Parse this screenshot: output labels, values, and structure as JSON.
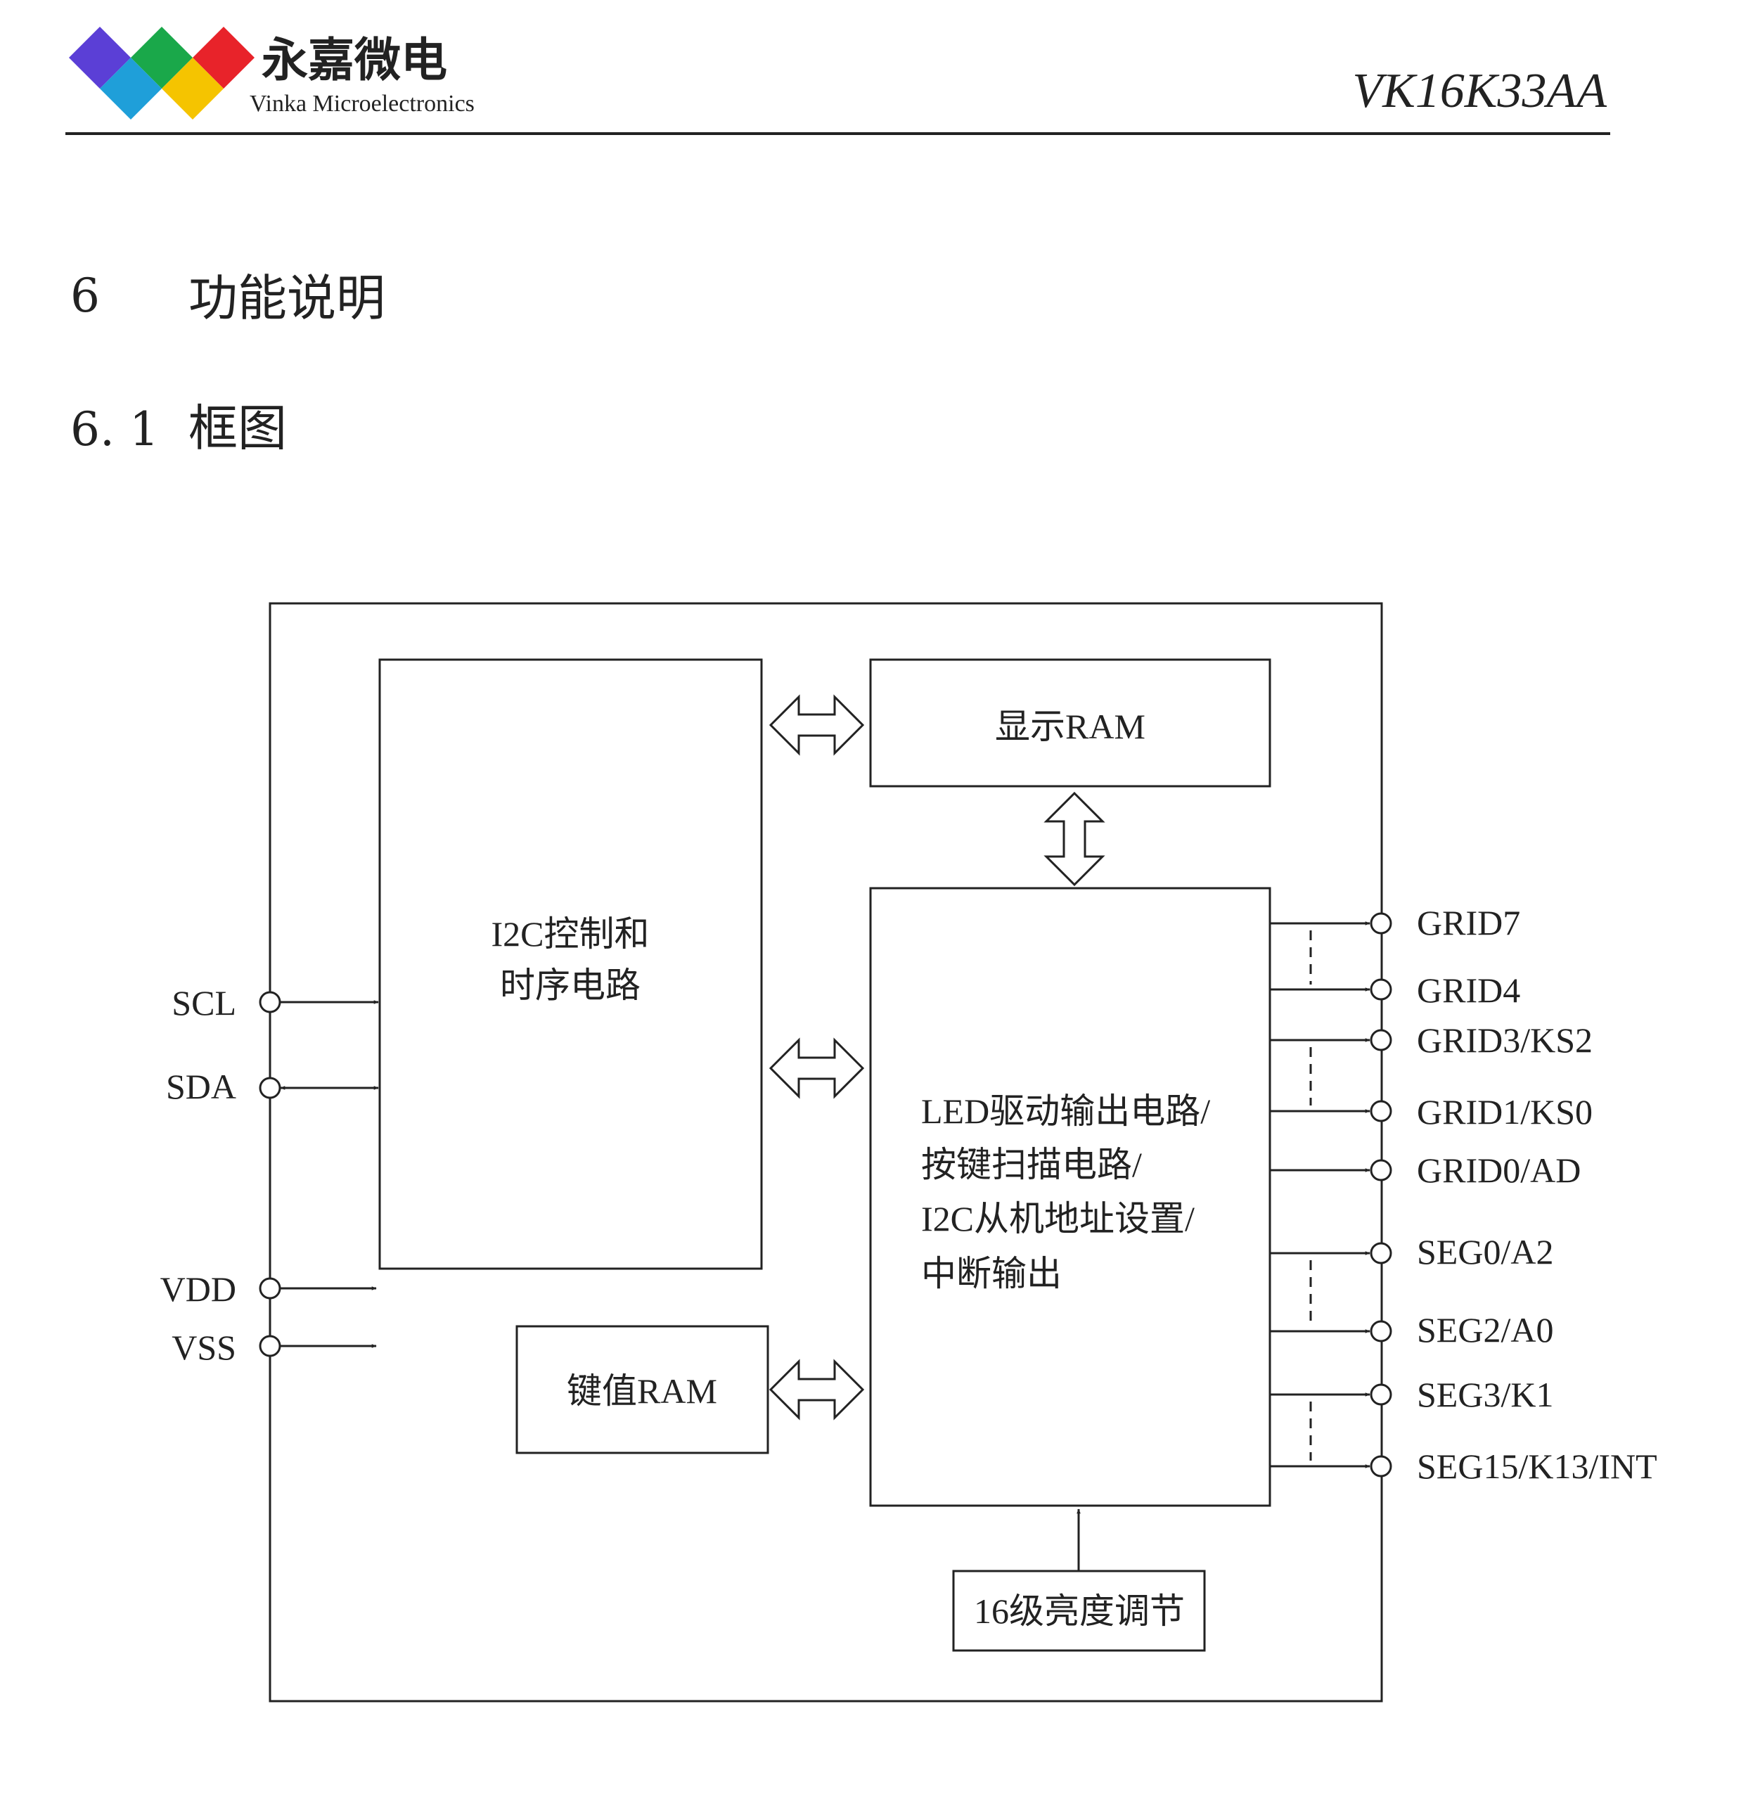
{
  "header": {
    "logo_cn": "永嘉微电",
    "logo_en": "Vinka Microelectronics",
    "model": "VK16K33AA",
    "logo_colors": [
      "#5b3fd6",
      "#1aa84a",
      "#e8232a",
      "#1f9fd9",
      "#f5c400"
    ]
  },
  "sections": {
    "h6_num": "6",
    "h6_title": "功能说明",
    "h61_num": "6. 1",
    "h61_title": "框图"
  },
  "diagram": {
    "blocks": {
      "i2c_line1": "I2C控制和",
      "i2c_line2": "时序电路",
      "display_ram": "显示RAM",
      "led_line1": "LED驱动输出电路/",
      "led_line2": "按键扫描电路/",
      "led_line3": "I2C从机地址设置/",
      "led_line4": "中断输出",
      "key_ram": "键值RAM",
      "brightness": "16级亮度调节"
    },
    "left_pins": [
      "SCL",
      "SDA",
      "VDD",
      "VSS"
    ],
    "right_pins": [
      "GRID7",
      "GRID4",
      "GRID3/KS2",
      "GRID1/KS0",
      "GRID0/AD",
      "SEG0/A2",
      "SEG2/A0",
      "SEG3/K1",
      "SEG15/K13/INT"
    ]
  }
}
